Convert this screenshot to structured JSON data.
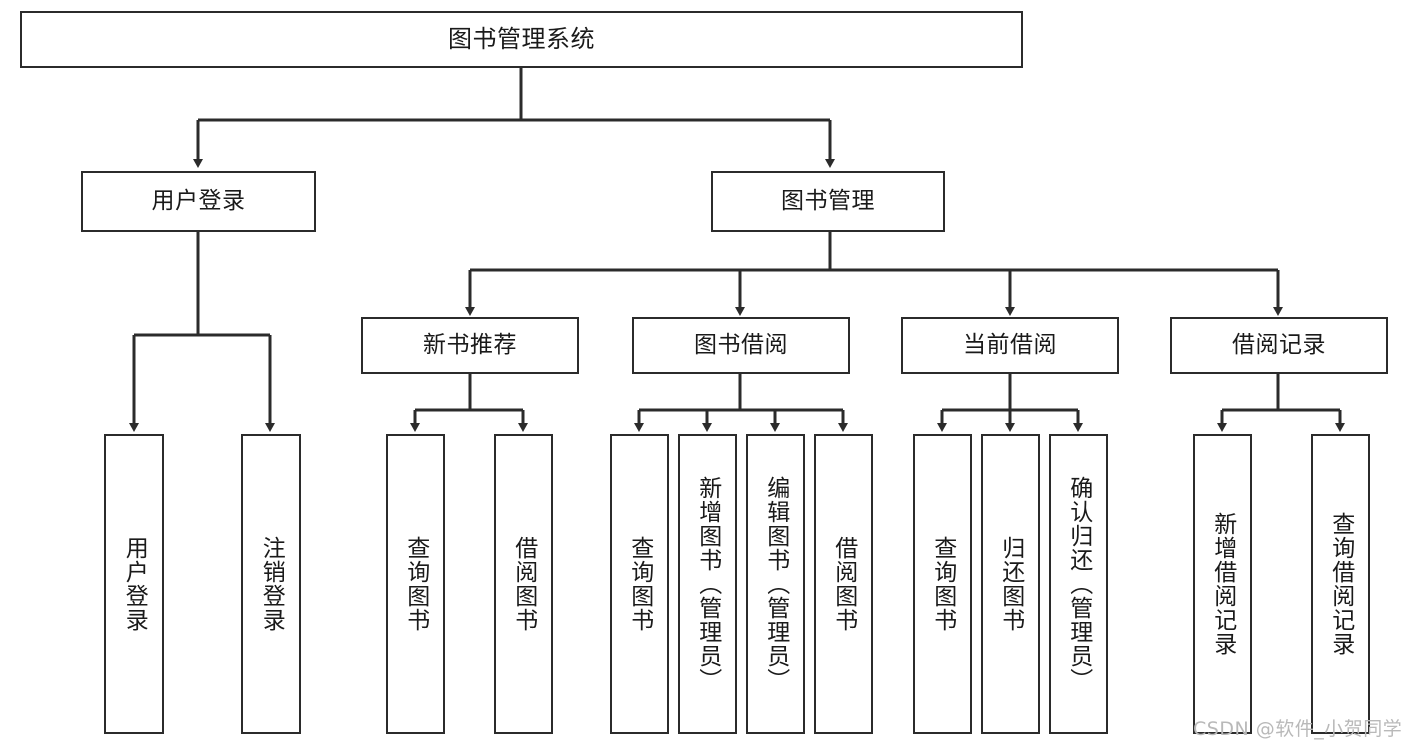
{
  "diagram": {
    "title": "图书管理系统",
    "type": "hierarchy-tree",
    "watermark": "CSDN @软件_小贺同学",
    "colors": {
      "node_border": "#2b2b2b",
      "node_fill": "#ffffff",
      "connector": "#2b2b2b",
      "text": "#1a1a1a",
      "watermark": "#b9b9b9",
      "background": "#ffffff"
    },
    "levels": {
      "root": "图书管理系统",
      "level2": [
        "用户登录",
        "图书管理"
      ],
      "level3": [
        "新书推荐",
        "图书借阅",
        "当前借阅",
        "借阅记录"
      ]
    },
    "nodes": {
      "root": {
        "label": "图书管理系统"
      },
      "user_login": {
        "label": "用户登录"
      },
      "book_mgmt": {
        "label": "图书管理"
      },
      "new_book_rec": {
        "label": "新书推荐"
      },
      "book_borrow": {
        "label": "图书借阅"
      },
      "current_borrow": {
        "label": "当前借阅"
      },
      "borrow_record": {
        "label": "借阅记录"
      },
      "leaf_user_login": {
        "label": "用户登录"
      },
      "leaf_user_logout": {
        "label": "注销登录"
      },
      "leaf_query_book_a": {
        "label": "查询图书"
      },
      "leaf_borrow_book_a": {
        "label": "借阅图书"
      },
      "leaf_query_book_b": {
        "label": "查询图书"
      },
      "leaf_add_book": {
        "label": "新增图书（管理员）"
      },
      "leaf_edit_book": {
        "label": "编辑图书（管理员）"
      },
      "leaf_borrow_book_b": {
        "label": "借阅图书"
      },
      "leaf_query_book_c": {
        "label": "查询图书"
      },
      "leaf_return_book": {
        "label": "归还图书"
      },
      "leaf_confirm_return": {
        "label": "确认归还（管理员）"
      },
      "leaf_add_record": {
        "label": "新增借阅记录"
      },
      "leaf_query_record": {
        "label": "查询借阅记录"
      }
    },
    "edges": [
      {
        "from": "root",
        "to": "user_login"
      },
      {
        "from": "root",
        "to": "book_mgmt"
      },
      {
        "from": "user_login",
        "to": "leaf_user_login"
      },
      {
        "from": "user_login",
        "to": "leaf_user_logout"
      },
      {
        "from": "book_mgmt",
        "to": "new_book_rec"
      },
      {
        "from": "book_mgmt",
        "to": "book_borrow"
      },
      {
        "from": "book_mgmt",
        "to": "current_borrow"
      },
      {
        "from": "book_mgmt",
        "to": "borrow_record"
      },
      {
        "from": "new_book_rec",
        "to": "leaf_query_book_a"
      },
      {
        "from": "new_book_rec",
        "to": "leaf_borrow_book_a"
      },
      {
        "from": "book_borrow",
        "to": "leaf_query_book_b"
      },
      {
        "from": "book_borrow",
        "to": "leaf_add_book"
      },
      {
        "from": "book_borrow",
        "to": "leaf_edit_book"
      },
      {
        "from": "book_borrow",
        "to": "leaf_borrow_book_b"
      },
      {
        "from": "current_borrow",
        "to": "leaf_query_book_c"
      },
      {
        "from": "current_borrow",
        "to": "leaf_return_book"
      },
      {
        "from": "current_borrow",
        "to": "leaf_confirm_return"
      },
      {
        "from": "borrow_record",
        "to": "leaf_add_record"
      },
      {
        "from": "borrow_record",
        "to": "leaf_query_record"
      }
    ]
  }
}
